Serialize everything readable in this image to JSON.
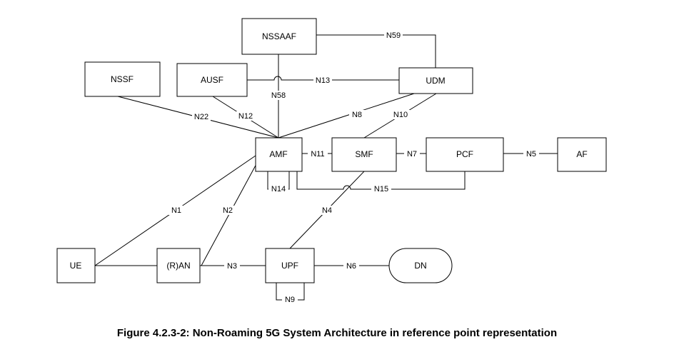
{
  "caption": "Figure 4.2.3-2: Non-Roaming 5G System Architecture in reference point representation",
  "nodes": {
    "nssaaf": "NSSAAF",
    "nssf": "NSSF",
    "ausf": "AUSF",
    "udm": "UDM",
    "amf": "AMF",
    "smf": "SMF",
    "pcf": "PCF",
    "af": "AF",
    "ue": "UE",
    "ran": "(R)AN",
    "upf": "UPF",
    "dn": "DN"
  },
  "reference_points": {
    "n59": "N59",
    "n13": "N13",
    "n58": "N58",
    "n22": "N22",
    "n12": "N12",
    "n8": "N8",
    "n10": "N10",
    "n11": "N11",
    "n7": "N7",
    "n5": "N5",
    "n14": "N14",
    "n15": "N15",
    "n1": "N1",
    "n2": "N2",
    "n4": "N4",
    "n3": "N3",
    "n6": "N6",
    "n9": "N9"
  }
}
